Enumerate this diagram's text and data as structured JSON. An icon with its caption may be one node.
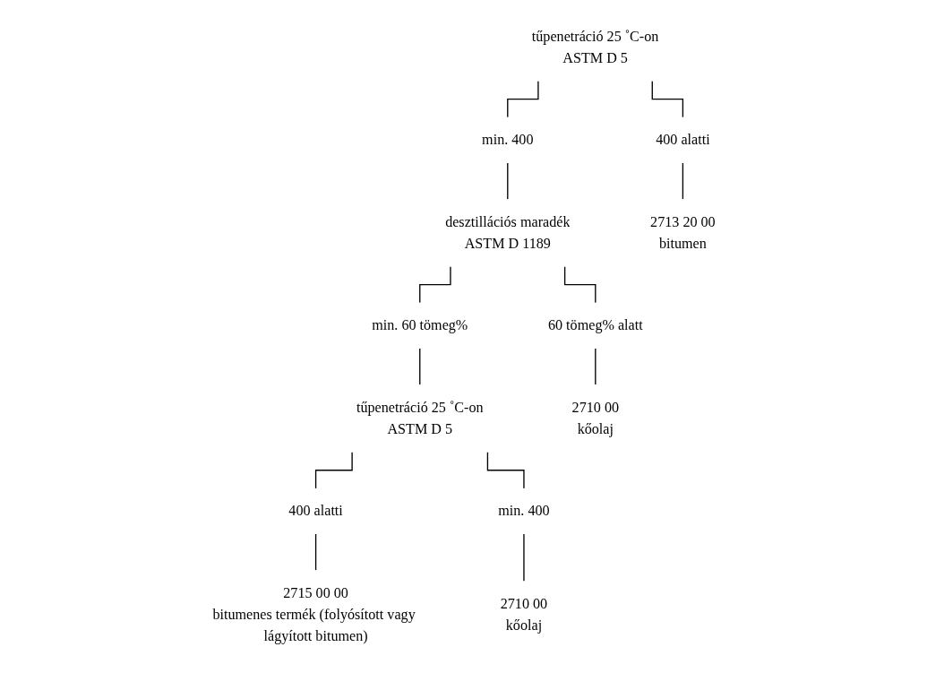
{
  "diagram": {
    "nodes": [
      {
        "text": [
          "tűpenetráció 25 ˚C-on",
          "ASTM D 5"
        ]
      },
      {
        "text": [
          "400 alatti"
        ]
      },
      {
        "text": [
          "min. 400"
        ]
      },
      {
        "text": [
          "desztillációs maradék",
          "ASTM D 1189"
        ]
      },
      {
        "text": [
          "60 tömeg% alatt"
        ]
      },
      {
        "text": [
          "min. 60 tömeg%"
        ]
      },
      {
        "text": [
          "tűpenetráció 25 ˚C-on",
          "ASTM D 5"
        ]
      },
      {
        "text": [
          "400 alatti"
        ]
      },
      {
        "text": [
          "min. 400"
        ]
      },
      {
        "text": [
          "2713 20 00",
          "bitumen"
        ]
      },
      {
        "text": [
          "2710 00",
          "kőolaj"
        ]
      },
      {
        "text": [
          "2715 00 00",
          "bitumenes termék (folyósított vagy lágyított bitumen)"
        ]
      },
      {
        "text": [
          "2710 00",
          "kőolaj"
        ]
      }
    ],
    "edges": [
      {
        "from": 0,
        "to": 1,
        "arrow": "none"
      },
      {
        "from": 0,
        "to": 2,
        "arrow": "none"
      },
      {
        "from": 2,
        "to": 3,
        "arrow": "none"
      },
      {
        "from": 3,
        "to": 4,
        "arrow": "none"
      },
      {
        "from": 3,
        "to": 5,
        "arrow": "none"
      },
      {
        "from": 5,
        "to": 6,
        "arrow": "none"
      },
      {
        "from": 6,
        "to": 7,
        "arrow": "none"
      },
      {
        "from": 6,
        "to": 8,
        "arrow": "none"
      },
      {
        "from": 1,
        "to": 9,
        "arrow": "none"
      },
      {
        "from": 4,
        "to": 10,
        "arrow": "none"
      },
      {
        "from": 7,
        "to": 11,
        "arrow": "none"
      },
      {
        "from": 8,
        "to": 12,
        "arrow": "none"
      }
    ]
  }
}
